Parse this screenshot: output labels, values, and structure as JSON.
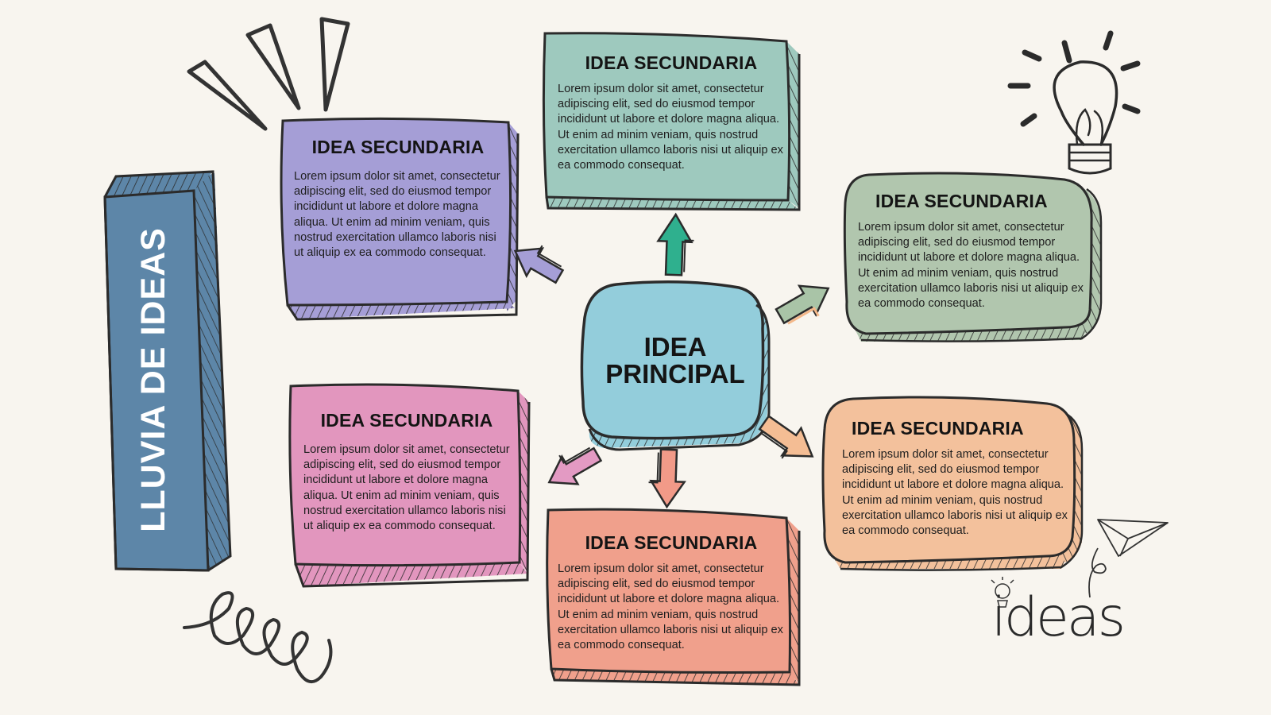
{
  "side_title": "LLUVIA DE IDEAS",
  "main_idea": {
    "line1": "IDEA",
    "line2": "PRINCIPAL"
  },
  "boxes": [
    {
      "title": "IDEA SECUNDARIA",
      "body": "Lorem ipsum dolor sit amet, consectetur adipiscing elit, sed do eiusmod tempor incididunt ut labore et dolore magna aliqua. Ut enim ad minim veniam, quis nostrud exercitation ullamco laboris nisi ut aliquip ex ea commodo consequat.",
      "color": "#a59ed6"
    },
    {
      "title": "IDEA SECUNDARIA",
      "body": "Lorem ipsum dolor sit amet, consectetur adipiscing elit, sed do eiusmod tempor incididunt ut labore et dolore magna aliqua. Ut enim ad minim veniam, quis nostrud exercitation ullamco laboris nisi ut aliquip ex ea commodo consequat.",
      "color": "#9ec9be"
    },
    {
      "title": "IDEA SECUNDARIA",
      "body": "Lorem ipsum dolor sit amet, consectetur adipiscing elit, sed do eiusmod tempor incididunt ut labore et dolore magna aliqua. Ut enim ad minim veniam, quis nostrud exercitation ullamco laboris nisi ut aliquip ex ea commodo consequat.",
      "color": "#b1c6ae"
    },
    {
      "title": "IDEA SECUNDARIA",
      "body": "Lorem ipsum dolor sit amet, consectetur adipiscing elit, sed do eiusmod tempor incididunt ut labore et dolore magna aliqua. Ut enim ad minim veniam, quis nostrud exercitation ullamco laboris nisi ut aliquip ex ea commodo consequat.",
      "color": "#e296be"
    },
    {
      "title": "IDEA SECUNDARIA",
      "body": "Lorem ipsum dolor sit amet, consectetur adipiscing elit, sed do eiusmod tempor incididunt ut labore et dolore magna aliqua. Ut enim ad minim veniam, quis nostrud exercitation ullamco laboris nisi ut aliquip ex ea commodo consequat.",
      "color": "#f0a08c"
    },
    {
      "title": "IDEA SECUNDARIA",
      "body": "Lorem ipsum dolor sit amet, consectetur adipiscing elit, sed do eiusmod tempor incididunt ut labore et dolore magna aliqua. Ut enim ad minim veniam, quis nostrud exercitation ullamco laboris nisi ut aliquip ex ea commodo consequat.",
      "color": "#f3c19c"
    }
  ],
  "colors": {
    "background": "#f8f5ef",
    "side_bar": "#5d86a8",
    "main_idea": "#93cddb",
    "outline": "#2b2b2b",
    "arrow_purple": "#a59ed6",
    "arrow_teal": "#2fb08e",
    "arrow_green": "#a9c4a7",
    "arrow_pink": "#e39ac3",
    "arrow_salmon": "#f29a88",
    "arrow_orange": "#f4bd94"
  },
  "decorations": {
    "ideas_word": "ideas",
    "icons": [
      "lightbulb-icon",
      "paper-plane-icon",
      "spiral-doodle",
      "burst-lines-doodle",
      "small-lightbulb-icon"
    ]
  }
}
